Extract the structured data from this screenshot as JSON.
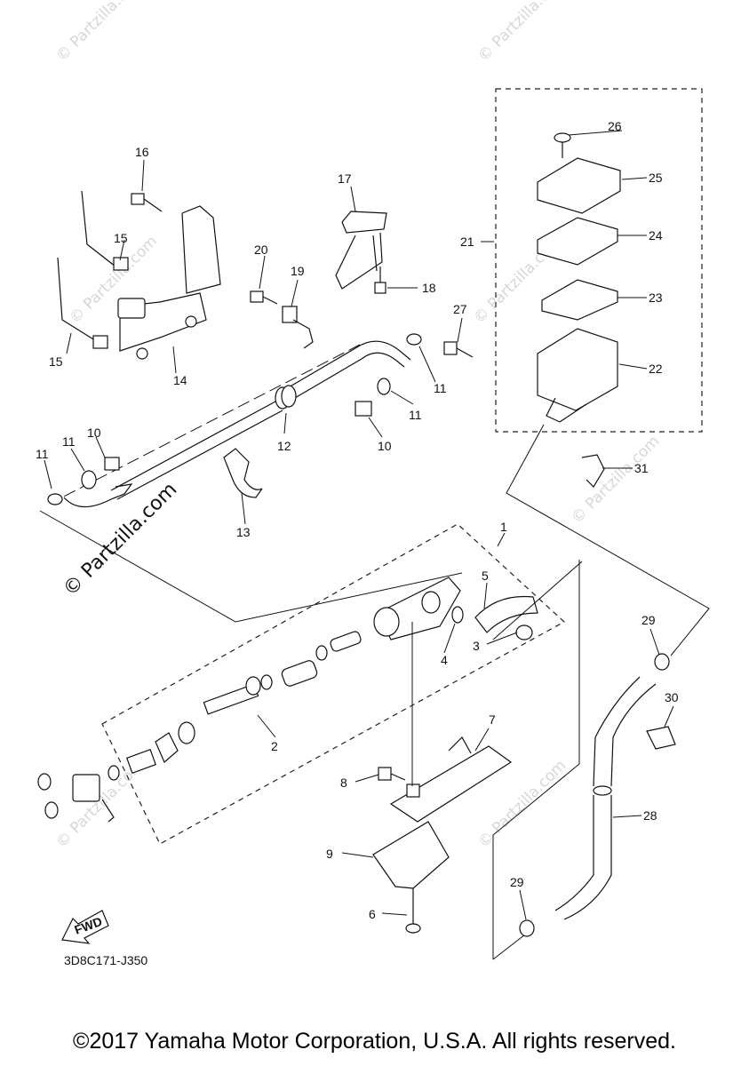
{
  "diagram_code": "3D8C171-J350",
  "fwd_label": "FWD",
  "watermark": "© Partzilla.com",
  "copyright": "©2017 Yamaha Motor Corporation, U.S.A. All rights reserved.",
  "callouts": {
    "c1": "1",
    "c2": "2",
    "c3": "3",
    "c4": "4",
    "c5": "5",
    "c6": "6",
    "c7": "7",
    "c8": "8",
    "c9": "9",
    "c10a": "10",
    "c10b": "10",
    "c11a": "11",
    "c11b": "11",
    "c11c": "11",
    "c11d": "11",
    "c12": "12",
    "c13": "13",
    "c14": "14",
    "c15a": "15",
    "c15b": "15",
    "c16": "16",
    "c17": "17",
    "c18": "18",
    "c19": "19",
    "c20": "20",
    "c21": "21",
    "c22": "22",
    "c23": "23",
    "c24": "24",
    "c25": "25",
    "c26": "26",
    "c27": "27",
    "c28": "28",
    "c29a": "29",
    "c29b": "29",
    "c30": "30",
    "c31": "31"
  }
}
